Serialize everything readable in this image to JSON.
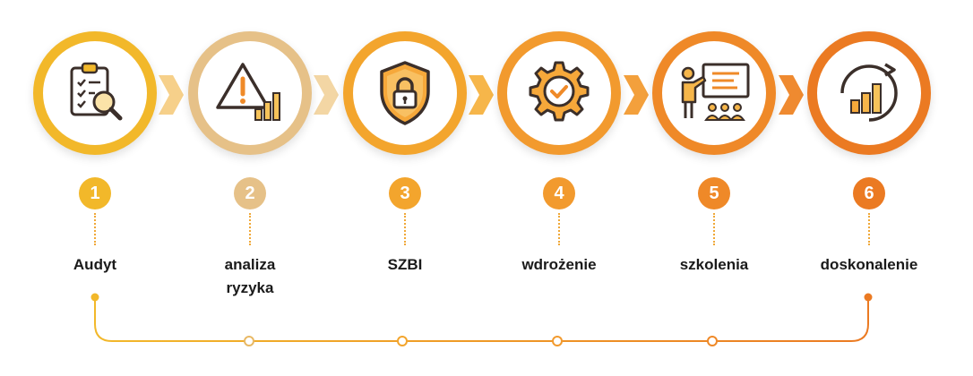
{
  "steps": [
    {
      "number": "1",
      "label_lines": [
        "Audyt"
      ],
      "icon": "clipboard-magnifier-icon",
      "color": "#f2b82a"
    },
    {
      "number": "2",
      "label_lines": [
        "analiza",
        "ryzyka"
      ],
      "icon": "warning-chart-icon",
      "color": "#e6c188"
    },
    {
      "number": "3",
      "label_lines": [
        "SZBI"
      ],
      "icon": "shield-lock-icon",
      "color": "#f3a52d"
    },
    {
      "number": "4",
      "label_lines": [
        "wdrożenie"
      ],
      "icon": "gear-check-icon",
      "color": "#f29a2e"
    },
    {
      "number": "5",
      "label_lines": [
        "szkolenia"
      ],
      "icon": "presentation-training-icon",
      "color": "#ef8928"
    },
    {
      "number": "6",
      "label_lines": [
        "doskonalenie"
      ],
      "icon": "growth-cycle-icon",
      "color": "#eb7a22"
    }
  ]
}
